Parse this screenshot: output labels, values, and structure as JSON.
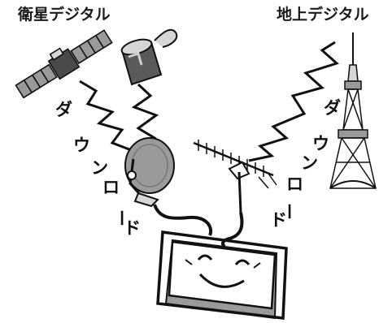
{
  "labels": {
    "satellite_title": "衛星デジタル",
    "terrestrial_title": "地上デジタル",
    "download_chars": [
      "ダ",
      "ウ",
      "ン",
      "ロ",
      "ー",
      "ド"
    ]
  },
  "colors": {
    "ink": "#111111",
    "dark_fill": "#4a4a4a",
    "mid_fill": "#9a9a9a",
    "light_fill": "#d6d6d6",
    "paper": "#ffffff"
  },
  "icons": [
    "satellite-icon",
    "space-capsule-icon",
    "satellite-dish-icon",
    "uhf-antenna-icon",
    "broadcast-tower-icon",
    "smiling-tv-icon"
  ]
}
